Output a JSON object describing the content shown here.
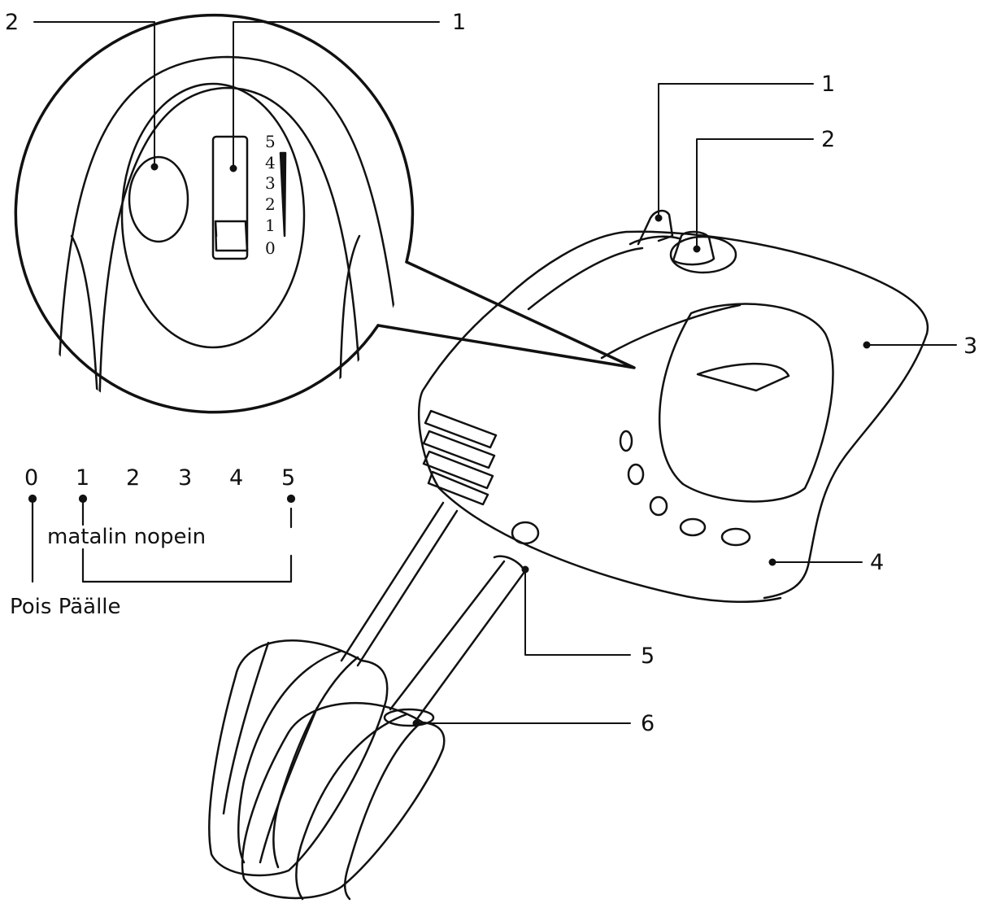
{
  "diagram": {
    "zoom_callouts": {
      "switch": "1",
      "button": "2"
    },
    "zoom_scale": [
      "5",
      "4",
      "3",
      "2",
      "1",
      "0"
    ],
    "main_callouts": {
      "switch": "1",
      "eject_button": "2",
      "handle": "3",
      "motor_housing": "4",
      "beater_socket": "5",
      "beaters": "6"
    },
    "speed_scale": {
      "numbers": [
        "0",
        "1",
        "2",
        "3",
        "4",
        "5"
      ],
      "range_label": "matalin nopein",
      "off_on_label": "Pois Päälle"
    },
    "colors": {
      "line": "#111111",
      "background": "#ffffff"
    }
  }
}
